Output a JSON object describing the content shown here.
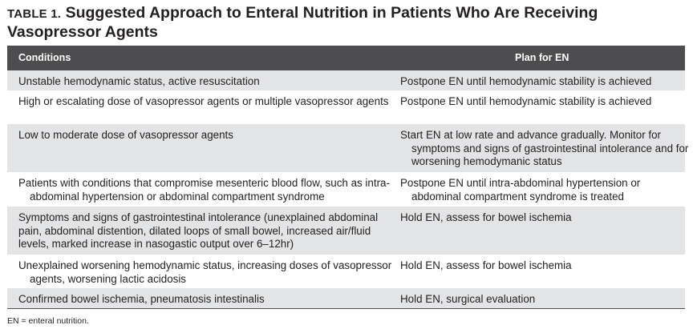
{
  "title": {
    "label": "TABLE 1.",
    "text": "Suggested Approach to Enteral Nutrition in Patients Who Are Receiving Vasopressor Agents"
  },
  "table": {
    "headers": {
      "conditions": "Conditions",
      "plan": "Plan for EN"
    },
    "rows": [
      {
        "condition": "Unstable hemodynamic status, active resuscitation",
        "plan": "Postpone EN until hemodynamic stability is achieved"
      },
      {
        "condition": "High or escalating dose of vasopressor agents or multiple vasopressor agents",
        "plan": "Postpone EN until hemodynamic stability is achieved"
      },
      {
        "condition": "Low to moderate dose of vasopressor agents",
        "plan": "Start EN at low rate and advance gradually. Monitor for symptoms and signs of gastrointestinal intolerance and for worsening hemodymanic status"
      },
      {
        "condition": "Patients with conditions that compromise mesenteric blood flow, such as intra-abdominal hypertension or abdominal compartment syndrome",
        "plan": "Postpone EN until intra-abdominal hypertension or abdominal compartment syndrome is treated"
      },
      {
        "condition": "Symptoms and signs of gastrointestinal intolerance (unexplained abdominal pain, abdominal distention, dilated loops of small bowel, increased air/fluid levels, marked increase in nasogastic output over 6–12hr)",
        "plan": "Hold EN, assess for bowel ischemia"
      },
      {
        "condition": "Unexplained worsening hemodynamic status, increasing doses of vasopressor agents, worsening lactic acidosis",
        "plan": "Hold EN, assess for bowel ischemia"
      },
      {
        "condition": "Confirmed bowel ischemia, pneumatosis intestinalis",
        "plan": "Hold EN, surgical evaluation"
      }
    ]
  },
  "footnote": "EN = enteral nutrition.",
  "colors": {
    "header_bg": "#4d4d4f",
    "shaded_row_bg": "#e3e4e5",
    "text": "#231f20"
  }
}
